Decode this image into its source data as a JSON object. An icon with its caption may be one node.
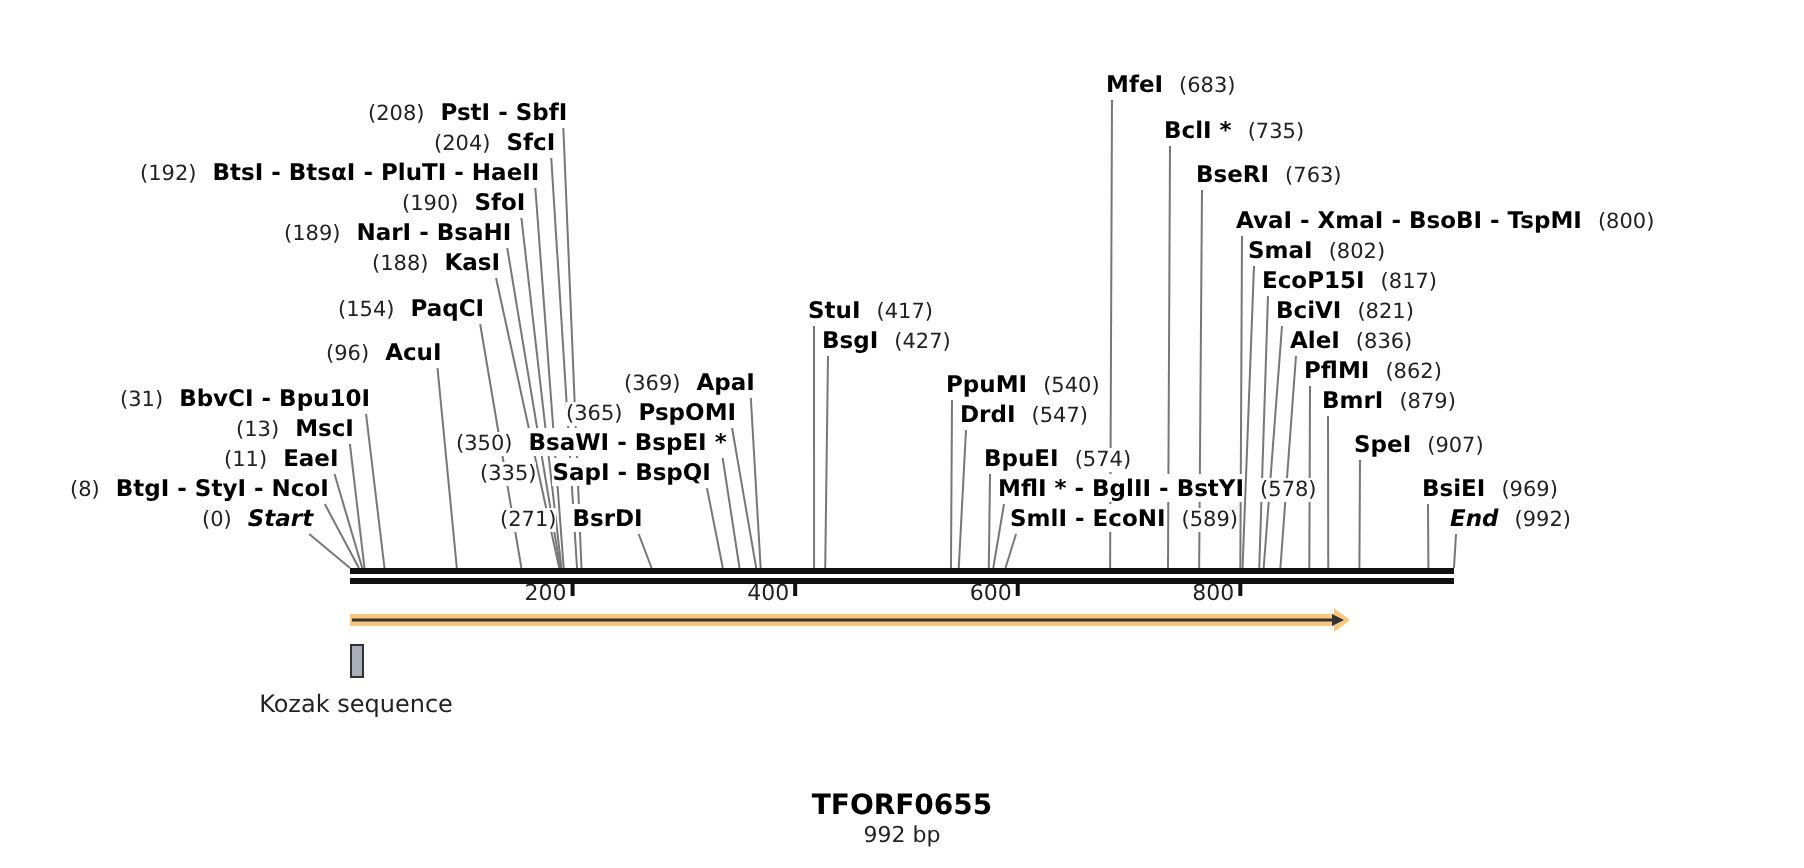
{
  "diagram": {
    "title": "TFORF0655",
    "caption": "992 bp",
    "nodes": [
      {
        "text": [
          "MfeI",
          "(683)"
        ]
      },
      {
        "text": [
          "(208)",
          "PstI - SbfI"
        ]
      },
      {
        "text": [
          "BclI *",
          "(735)"
        ]
      },
      {
        "text": [
          "(204)",
          "SfcI"
        ]
      },
      {
        "text": [
          "(192)",
          "BtsI - BtsαI - PluTI - HaeII"
        ]
      },
      {
        "text": [
          "BseRI",
          "(763)"
        ]
      },
      {
        "text": [
          "(190)",
          "SfoI"
        ]
      },
      {
        "text": [
          "AvaI - XmaI - BsoBI - TspMI",
          "(800)"
        ]
      },
      {
        "text": [
          "(189)",
          "NarI - BsaHI"
        ]
      },
      {
        "text": [
          "SmaI",
          "(802)"
        ]
      },
      {
        "text": [
          "(188)",
          "KasI"
        ]
      },
      {
        "text": [
          "EcoP15I",
          "(817)"
        ]
      },
      {
        "text": [
          "(154)",
          "PaqCI"
        ]
      },
      {
        "text": [
          "StuI",
          "(417)"
        ]
      },
      {
        "text": [
          "BciVI",
          "(821)"
        ]
      },
      {
        "text": [
          "BsgI",
          "(427)"
        ]
      },
      {
        "text": [
          "AleI",
          "(836)"
        ]
      },
      {
        "text": [
          "(96)",
          "AcuI"
        ]
      },
      {
        "text": [
          "PflMI",
          "(862)"
        ]
      },
      {
        "text": [
          "(369)",
          "ApaI"
        ]
      },
      {
        "text": [
          "PpuMI",
          "(540)"
        ]
      },
      {
        "text": [
          "(31)",
          "BbvCI - Bpu10I"
        ]
      },
      {
        "text": [
          "BmrI",
          "(879)"
        ]
      },
      {
        "text": [
          "(365)",
          "PspOMI"
        ]
      },
      {
        "text": [
          "DrdI",
          "(547)"
        ]
      },
      {
        "text": [
          "(13)",
          "MscI"
        ]
      },
      {
        "text": [
          "(350)",
          "BsaWI - BspEI *"
        ]
      },
      {
        "text": [
          "SpeI",
          "(907)"
        ]
      },
      {
        "text": [
          "BpuEI",
          "(574)"
        ]
      },
      {
        "text": [
          "(11)",
          "EaeI"
        ]
      },
      {
        "text": [
          "(335)",
          "SapI - BspQI"
        ]
      },
      {
        "text": [
          "MflI * - BglII - BstYI",
          "(578)"
        ]
      },
      {
        "text": [
          "(8)",
          "BtgI - StyI - NcoI"
        ]
      },
      {
        "text": [
          "BsiEI",
          "(969)"
        ]
      },
      {
        "text": [
          "(0)",
          "Start"
        ]
      },
      {
        "text": [
          "(271)",
          "BsrDI"
        ]
      },
      {
        "text": [
          "SmlI - EcoNI",
          "(589)"
        ]
      },
      {
        "text": [
          "End",
          "(992)"
        ]
      },
      {
        "text": [],
        "shape": "bar"
      },
      {
        "text": [
          "Kozak sequence"
        ]
      }
    ],
    "edges": [
      {
        "from": 0,
        "to": 38,
        "arrow": "none"
      },
      {
        "from": 1,
        "to": 38,
        "arrow": "none"
      },
      {
        "from": 2,
        "to": 38,
        "arrow": "none"
      },
      {
        "from": 3,
        "to": 38,
        "arrow": "none"
      },
      {
        "from": 4,
        "to": 38,
        "arrow": "none"
      },
      {
        "from": 5,
        "to": 38,
        "arrow": "none"
      },
      {
        "from": 6,
        "to": 38,
        "arrow": "none"
      },
      {
        "from": 7,
        "to": 38,
        "arrow": "none"
      },
      {
        "from": 8,
        "to": 38,
        "arrow": "none"
      },
      {
        "from": 9,
        "to": 38,
        "arrow": "none"
      },
      {
        "from": 10,
        "to": 38,
        "arrow": "none"
      },
      {
        "from": 11,
        "to": 38,
        "arrow": "none"
      },
      {
        "from": 12,
        "to": 38,
        "arrow": "none"
      },
      {
        "from": 13,
        "to": 38,
        "arrow": "none"
      },
      {
        "from": 14,
        "to": 38,
        "arrow": "none"
      },
      {
        "from": 15,
        "to": 38,
        "arrow": "none"
      },
      {
        "from": 16,
        "to": 38,
        "arrow": "none"
      },
      {
        "from": 17,
        "to": 38,
        "arrow": "none"
      },
      {
        "from": 18,
        "to": 38,
        "arrow": "none"
      },
      {
        "from": 19,
        "to": 38,
        "arrow": "none"
      },
      {
        "from": 20,
        "to": 38,
        "arrow": "none"
      },
      {
        "from": 21,
        "to": 38,
        "arrow": "none"
      },
      {
        "from": 22,
        "to": 38,
        "arrow": "none"
      },
      {
        "from": 23,
        "to": 38,
        "arrow": "none"
      },
      {
        "from": 24,
        "to": 38,
        "arrow": "none"
      },
      {
        "from": 25,
        "to": 38,
        "arrow": "none"
      },
      {
        "from": 26,
        "to": 38,
        "arrow": "none"
      },
      {
        "from": 27,
        "to": 38,
        "arrow": "none"
      },
      {
        "from": 28,
        "to": 38,
        "arrow": "none"
      },
      {
        "from": 29,
        "to": 38,
        "arrow": "none"
      },
      {
        "from": 30,
        "to": 38,
        "arrow": "none"
      },
      {
        "from": 31,
        "to": 38,
        "arrow": "none"
      },
      {
        "from": 32,
        "to": 38,
        "arrow": "none"
      },
      {
        "from": 33,
        "to": 38,
        "arrow": "none"
      },
      {
        "from": 34,
        "to": 38,
        "arrow": "none"
      },
      {
        "from": 35,
        "to": 38,
        "arrow": "none"
      },
      {
        "from": 36,
        "to": 38,
        "arrow": "none"
      },
      {
        "from": 37,
        "to": 38,
        "arrow": "none"
      }
    ],
    "labels": [
      "200",
      "400",
      "600",
      "800"
    ]
  }
}
